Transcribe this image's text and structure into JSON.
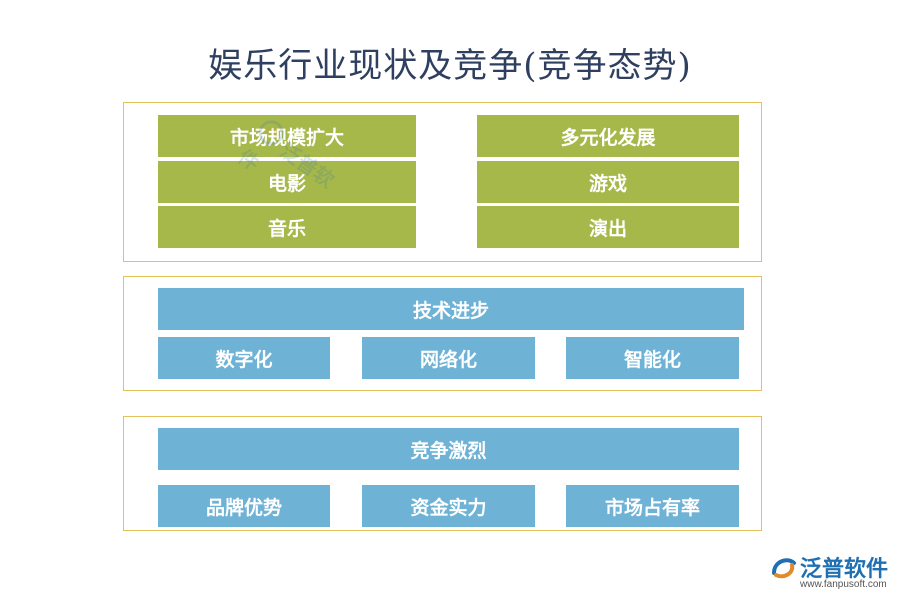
{
  "title": "娱乐行业现状及竞争(竞争态势)",
  "colors": {
    "green": "#a7b84a",
    "blue": "#6eb3d6",
    "frame": "#e3c25a",
    "title": "#2f3f60"
  },
  "market": {
    "left": [
      "市场规模扩大",
      "电影",
      "音乐"
    ],
    "right": [
      "多元化发展",
      "游戏",
      "演出"
    ]
  },
  "tech": {
    "header": "技术进步",
    "items": [
      "数字化",
      "网络化",
      "智能化"
    ]
  },
  "competition": {
    "header": "竞争激烈",
    "items": [
      "品牌优势",
      "资金实力",
      "市场占有率"
    ]
  },
  "watermark": "泛普软件",
  "logo": {
    "name": "泛普软件",
    "url": "www.fanpusoft.com",
    "icon": "fanpu-logo-icon"
  }
}
